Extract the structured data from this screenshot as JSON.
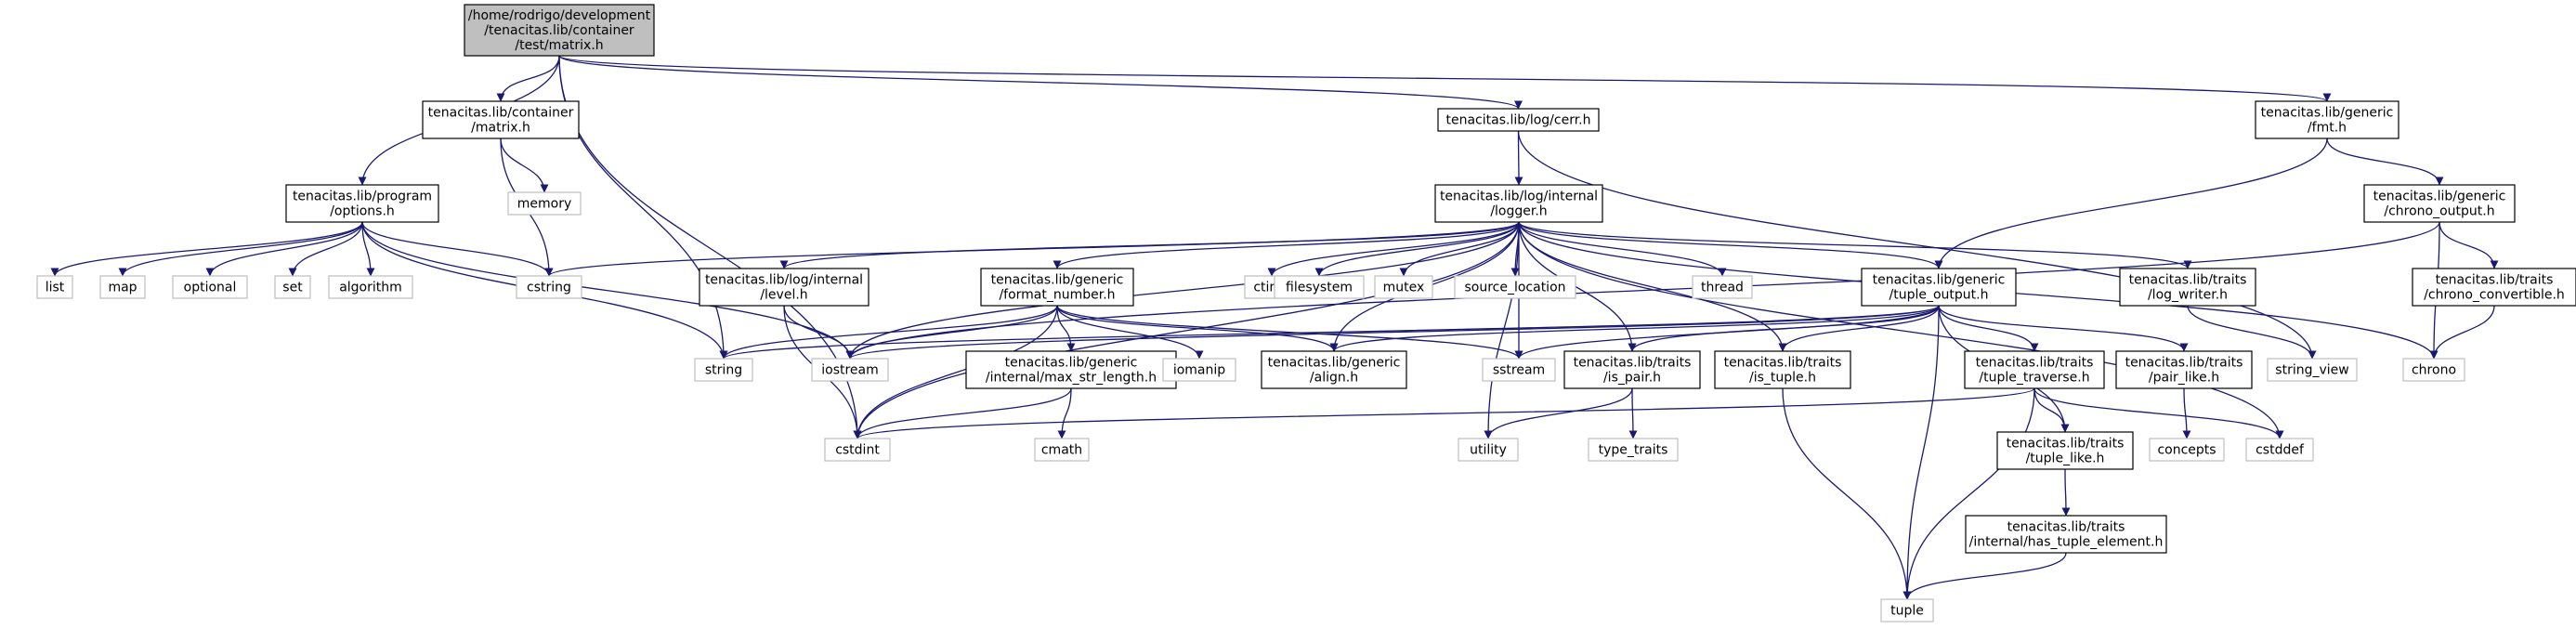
{
  "graph": {
    "edge_color": "#191970",
    "root_fill": "#bfbfbf",
    "system_header_border": "#bfbfbf",
    "nodes": [
      {
        "id": "root",
        "lines": [
          "/home/rodrigo/development",
          "/tenacitas.lib/container",
          "/test/matrix.h"
        ],
        "kind": "root"
      },
      {
        "id": "cont_matrix",
        "lines": [
          "tenacitas.lib/container",
          "/matrix.h"
        ],
        "kind": "local"
      },
      {
        "id": "log_cerr",
        "lines": [
          "tenacitas.lib/log/cerr.h"
        ],
        "kind": "local"
      },
      {
        "id": "gen_fmt",
        "lines": [
          "tenacitas.lib/generic",
          "/fmt.h"
        ],
        "kind": "local"
      },
      {
        "id": "prog_options",
        "lines": [
          "tenacitas.lib/program",
          "/options.h"
        ],
        "kind": "local"
      },
      {
        "id": "memory",
        "lines": [
          "memory"
        ],
        "kind": "system"
      },
      {
        "id": "logger",
        "lines": [
          "tenacitas.lib/log/internal",
          "/logger.h"
        ],
        "kind": "local"
      },
      {
        "id": "chrono_output",
        "lines": [
          "tenacitas.lib/generic",
          "/chrono_output.h"
        ],
        "kind": "local"
      },
      {
        "id": "list",
        "lines": [
          "list"
        ],
        "kind": "system"
      },
      {
        "id": "map",
        "lines": [
          "map"
        ],
        "kind": "system"
      },
      {
        "id": "optional",
        "lines": [
          "optional"
        ],
        "kind": "system"
      },
      {
        "id": "set",
        "lines": [
          "set"
        ],
        "kind": "system"
      },
      {
        "id": "algorithm",
        "lines": [
          "algorithm"
        ],
        "kind": "system"
      },
      {
        "id": "cstring",
        "lines": [
          "cstring"
        ],
        "kind": "system"
      },
      {
        "id": "level",
        "lines": [
          "tenacitas.lib/log/internal",
          "/level.h"
        ],
        "kind": "local"
      },
      {
        "id": "format_number",
        "lines": [
          "tenacitas.lib/generic",
          "/format_number.h"
        ],
        "kind": "local"
      },
      {
        "id": "ctime",
        "lines": [
          "ctime"
        ],
        "kind": "system"
      },
      {
        "id": "filesystem",
        "lines": [
          "filesystem"
        ],
        "kind": "system"
      },
      {
        "id": "mutex",
        "lines": [
          "mutex"
        ],
        "kind": "system"
      },
      {
        "id": "source_location",
        "lines": [
          "source_location"
        ],
        "kind": "system"
      },
      {
        "id": "thread",
        "lines": [
          "thread"
        ],
        "kind": "system"
      },
      {
        "id": "tuple_output",
        "lines": [
          "tenacitas.lib/generic",
          "/tuple_output.h"
        ],
        "kind": "local"
      },
      {
        "id": "log_writer",
        "lines": [
          "tenacitas.lib/traits",
          "/log_writer.h"
        ],
        "kind": "local"
      },
      {
        "id": "chrono_convertible",
        "lines": [
          "tenacitas.lib/traits",
          "/chrono_convertible.h"
        ],
        "kind": "local"
      },
      {
        "id": "string",
        "lines": [
          "string"
        ],
        "kind": "system"
      },
      {
        "id": "iostream",
        "lines": [
          "iostream"
        ],
        "kind": "system"
      },
      {
        "id": "max_str_length",
        "lines": [
          "tenacitas.lib/generic",
          "/internal/max_str_length.h"
        ],
        "kind": "local"
      },
      {
        "id": "iomanip",
        "lines": [
          "iomanip"
        ],
        "kind": "system"
      },
      {
        "id": "align",
        "lines": [
          "tenacitas.lib/generic",
          "/align.h"
        ],
        "kind": "local"
      },
      {
        "id": "sstream",
        "lines": [
          "sstream"
        ],
        "kind": "system"
      },
      {
        "id": "is_pair",
        "lines": [
          "tenacitas.lib/traits",
          "/is_pair.h"
        ],
        "kind": "local"
      },
      {
        "id": "is_tuple",
        "lines": [
          "tenacitas.lib/traits",
          "/is_tuple.h"
        ],
        "kind": "local"
      },
      {
        "id": "tuple_traverse",
        "lines": [
          "tenacitas.lib/traits",
          "/tuple_traverse.h"
        ],
        "kind": "local"
      },
      {
        "id": "pair_like",
        "lines": [
          "tenacitas.lib/traits",
          "/pair_like.h"
        ],
        "kind": "local"
      },
      {
        "id": "string_view",
        "lines": [
          "string_view"
        ],
        "kind": "system"
      },
      {
        "id": "chrono",
        "lines": [
          "chrono"
        ],
        "kind": "system"
      },
      {
        "id": "cstdint",
        "lines": [
          "cstdint"
        ],
        "kind": "system"
      },
      {
        "id": "cmath",
        "lines": [
          "cmath"
        ],
        "kind": "system"
      },
      {
        "id": "utility",
        "lines": [
          "utility"
        ],
        "kind": "system"
      },
      {
        "id": "type_traits",
        "lines": [
          "type_traits"
        ],
        "kind": "system"
      },
      {
        "id": "tuple_like",
        "lines": [
          "tenacitas.lib/traits",
          "/tuple_like.h"
        ],
        "kind": "local"
      },
      {
        "id": "concepts",
        "lines": [
          "concepts"
        ],
        "kind": "system"
      },
      {
        "id": "cstddef",
        "lines": [
          "cstddef"
        ],
        "kind": "system"
      },
      {
        "id": "has_tuple_element",
        "lines": [
          "tenacitas.lib/traits",
          "/internal/has_tuple_element.h"
        ],
        "kind": "local"
      },
      {
        "id": "tuple",
        "lines": [
          "tuple"
        ],
        "kind": "system"
      }
    ],
    "edges": [
      [
        "root",
        "cont_matrix"
      ],
      [
        "root",
        "log_cerr"
      ],
      [
        "root",
        "gen_fmt"
      ],
      [
        "root",
        "prog_options"
      ],
      [
        "root",
        "string"
      ],
      [
        "root",
        "cstdint"
      ],
      [
        "cont_matrix",
        "memory"
      ],
      [
        "cont_matrix",
        "cstring"
      ],
      [
        "prog_options",
        "list"
      ],
      [
        "prog_options",
        "map"
      ],
      [
        "prog_options",
        "optional"
      ],
      [
        "prog_options",
        "set"
      ],
      [
        "prog_options",
        "algorithm"
      ],
      [
        "prog_options",
        "cstring"
      ],
      [
        "prog_options",
        "string"
      ],
      [
        "prog_options",
        "iostream"
      ],
      [
        "log_cerr",
        "logger"
      ],
      [
        "log_cerr",
        "string_view"
      ],
      [
        "gen_fmt",
        "tuple_output"
      ],
      [
        "gen_fmt",
        "chrono_output"
      ],
      [
        "chrono_output",
        "chrono_convertible"
      ],
      [
        "chrono_output",
        "chrono"
      ],
      [
        "chrono_output",
        "iostream"
      ],
      [
        "chrono_convertible",
        "chrono"
      ],
      [
        "logger",
        "level"
      ],
      [
        "logger",
        "format_number"
      ],
      [
        "logger",
        "cstring"
      ],
      [
        "logger",
        "ctime"
      ],
      [
        "logger",
        "filesystem"
      ],
      [
        "logger",
        "mutex"
      ],
      [
        "logger",
        "source_location"
      ],
      [
        "logger",
        "thread"
      ],
      [
        "logger",
        "tuple_output"
      ],
      [
        "logger",
        "log_writer"
      ],
      [
        "logger",
        "chrono"
      ],
      [
        "logger",
        "iostream"
      ],
      [
        "logger",
        "cstdint"
      ],
      [
        "logger",
        "align"
      ],
      [
        "logger",
        "utility"
      ],
      [
        "logger",
        "sstream"
      ],
      [
        "logger",
        "is_pair"
      ],
      [
        "logger",
        "is_tuple"
      ],
      [
        "logger",
        "cstddef"
      ],
      [
        "level",
        "iostream"
      ],
      [
        "level",
        "cstdint"
      ],
      [
        "format_number",
        "max_str_length"
      ],
      [
        "format_number",
        "iomanip"
      ],
      [
        "format_number",
        "align"
      ],
      [
        "format_number",
        "string"
      ],
      [
        "format_number",
        "iostream"
      ],
      [
        "format_number",
        "sstream"
      ],
      [
        "format_number",
        "cstdint"
      ],
      [
        "max_str_length",
        "cstdint"
      ],
      [
        "max_str_length",
        "cmath"
      ],
      [
        "tuple_output",
        "string"
      ],
      [
        "tuple_output",
        "iostream"
      ],
      [
        "tuple_output",
        "sstream"
      ],
      [
        "tuple_output",
        "is_pair"
      ],
      [
        "tuple_output",
        "is_tuple"
      ],
      [
        "tuple_output",
        "tuple_traverse"
      ],
      [
        "tuple_output",
        "pair_like"
      ],
      [
        "tuple_output",
        "tuple_like"
      ],
      [
        "tuple_output",
        "tuple"
      ],
      [
        "tuple_output",
        "align"
      ],
      [
        "log_writer",
        "string_view"
      ],
      [
        "is_pair",
        "utility"
      ],
      [
        "is_pair",
        "type_traits"
      ],
      [
        "is_tuple",
        "tuple"
      ],
      [
        "tuple_traverse",
        "tuple_like"
      ],
      [
        "tuple_traverse",
        "cstdint"
      ],
      [
        "tuple_traverse",
        "tuple"
      ],
      [
        "tuple_traverse",
        "cstddef"
      ],
      [
        "pair_like",
        "concepts"
      ],
      [
        "tuple_like",
        "has_tuple_element"
      ],
      [
        "has_tuple_element",
        "tuple"
      ]
    ]
  }
}
